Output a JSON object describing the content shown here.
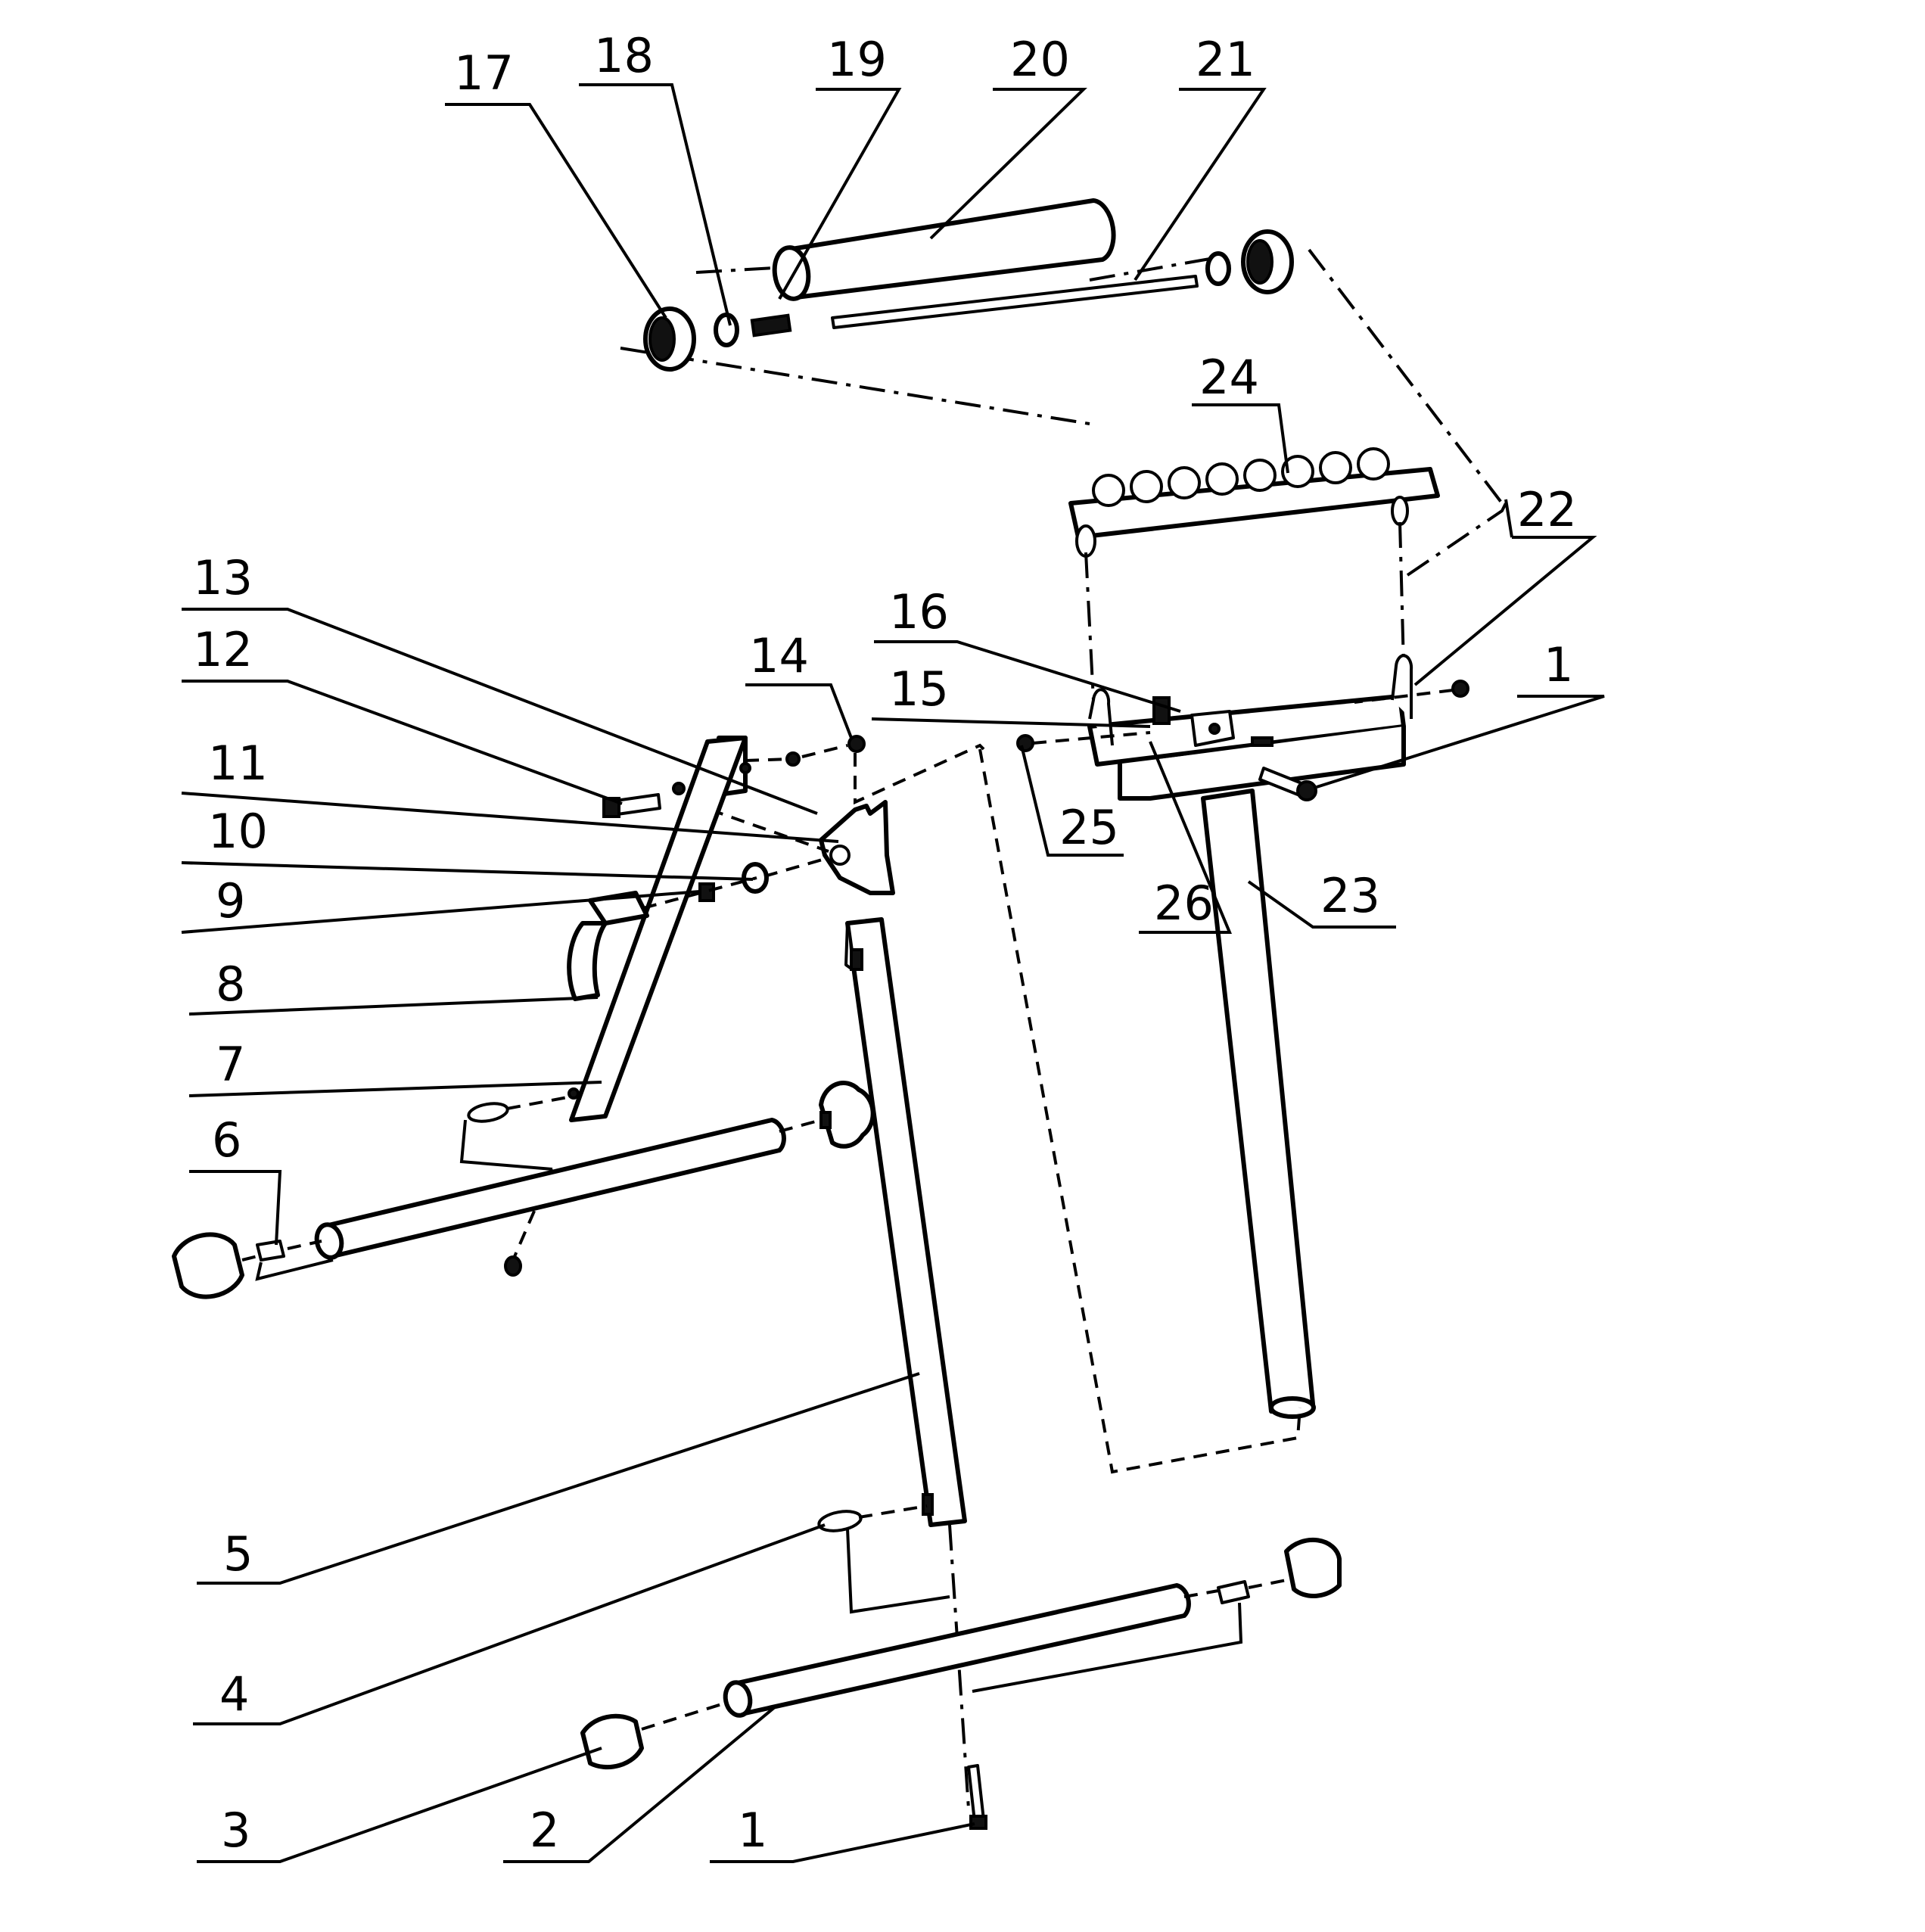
{
  "callouts": [
    {
      "id": "c17",
      "label": "17"
    },
    {
      "id": "c18",
      "label": "18"
    },
    {
      "id": "c19",
      "label": "19"
    },
    {
      "id": "c20",
      "label": "20"
    },
    {
      "id": "c21",
      "label": "21"
    },
    {
      "id": "c24",
      "label": "24"
    },
    {
      "id": "c22",
      "label": "22"
    },
    {
      "id": "c1a",
      "label": "1"
    },
    {
      "id": "c13",
      "label": "13"
    },
    {
      "id": "c12",
      "label": "12"
    },
    {
      "id": "c14",
      "label": "14"
    },
    {
      "id": "c16",
      "label": "16"
    },
    {
      "id": "c15",
      "label": "15"
    },
    {
      "id": "c11",
      "label": "11"
    },
    {
      "id": "c10",
      "label": "10"
    },
    {
      "id": "c9",
      "label": "9"
    },
    {
      "id": "c8",
      "label": "8"
    },
    {
      "id": "c7",
      "label": "7"
    },
    {
      "id": "c6",
      "label": "6"
    },
    {
      "id": "c25",
      "label": "25"
    },
    {
      "id": "c26",
      "label": "26"
    },
    {
      "id": "c23",
      "label": "23"
    },
    {
      "id": "c5",
      "label": "5"
    },
    {
      "id": "c4",
      "label": "4"
    },
    {
      "id": "c3",
      "label": "3"
    },
    {
      "id": "c2",
      "label": "2"
    },
    {
      "id": "c1b",
      "label": "1"
    }
  ]
}
